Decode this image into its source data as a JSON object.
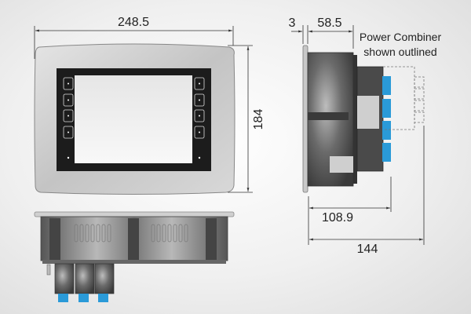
{
  "front_view": {
    "width_label": "248.5",
    "height_label": "184",
    "left_keys": 4,
    "right_keys": 4
  },
  "side_view": {
    "bezel_label": "3",
    "depth_label": "58.5",
    "note_line1": "Power Combiner",
    "note_line2": "shown outlined",
    "depth_connectors_label": "108.9",
    "depth_total_label": "144"
  },
  "bottom_view": {
    "connector_modules": 3
  },
  "colors": {
    "connector_blue": "#2a9ad8",
    "body_dark": "#4a4a4a",
    "bezel_silver": "#c8c8c8"
  }
}
